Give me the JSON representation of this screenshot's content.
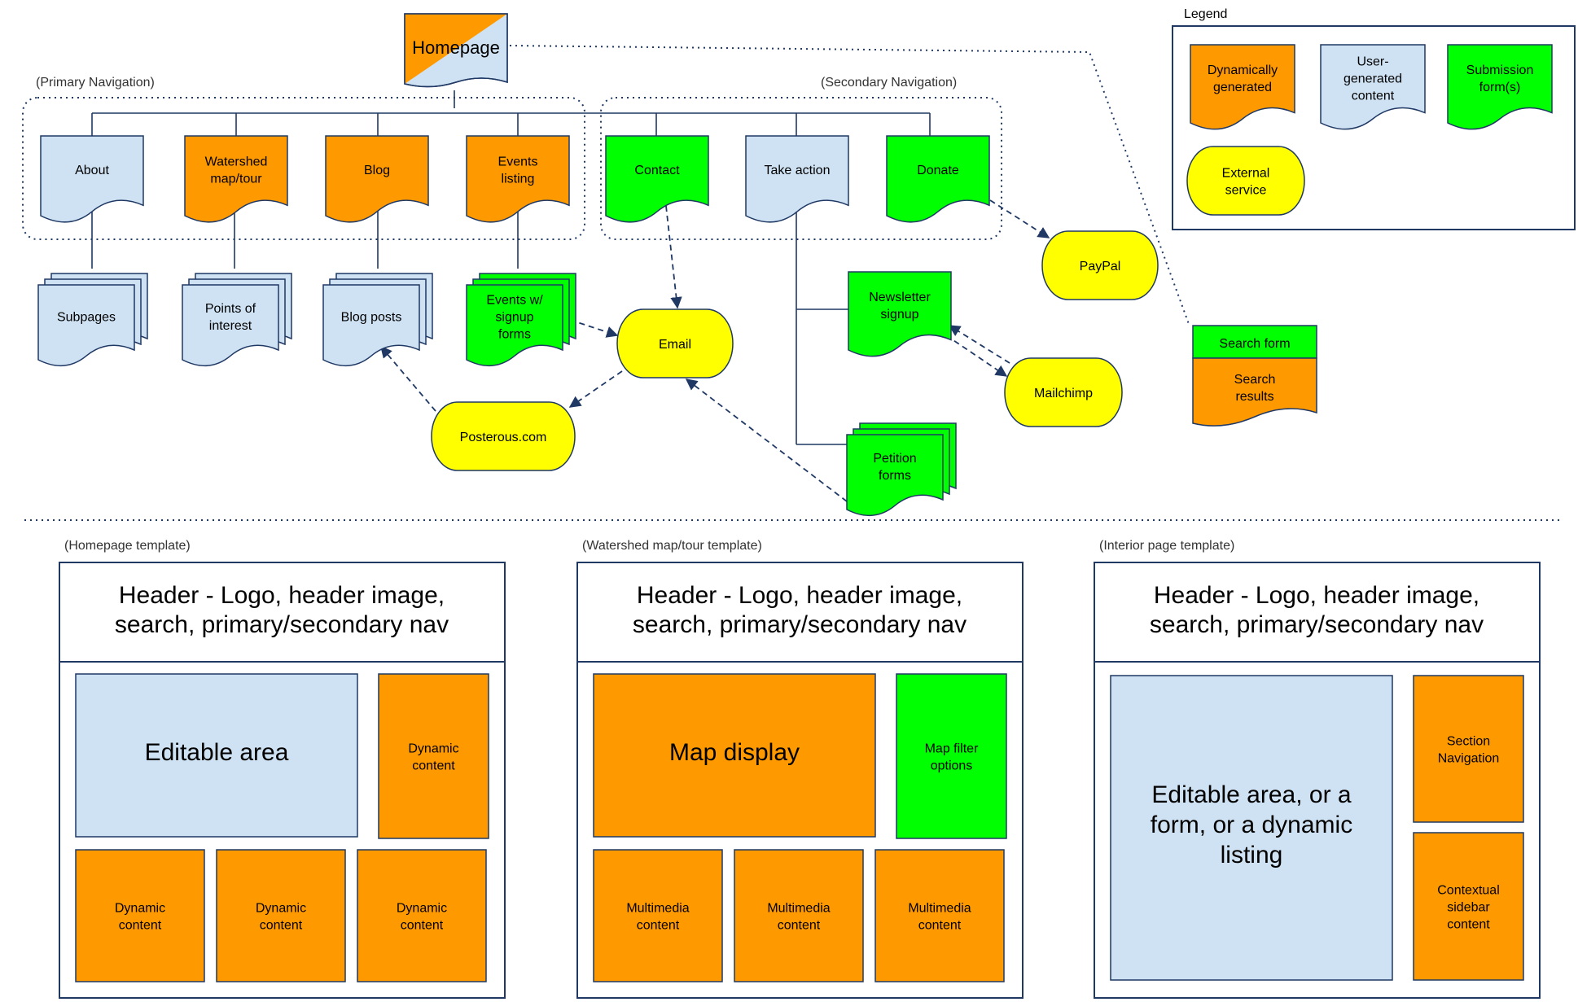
{
  "colors": {
    "dynamic": "#FF9900",
    "user": "#CFE2F3",
    "form": "#00FF00",
    "external": "#FFFF00",
    "stroke": "#1F3864"
  },
  "sitemap": {
    "homepage": "Homepage",
    "primary_nav_label": "(Primary Navigation)",
    "secondary_nav_label": "(Secondary Navigation)",
    "about": "About",
    "watershed": [
      "Watershed",
      "map/tour"
    ],
    "blog": "Blog",
    "events": [
      "Events",
      "listing"
    ],
    "contact": "Contact",
    "take_action": "Take action",
    "donate": "Donate",
    "subpages": "Subpages",
    "points_of_interest": [
      "Points of",
      "interest"
    ],
    "blog_posts": "Blog posts",
    "events_forms": [
      "Events w/",
      "signup",
      "forms"
    ],
    "email": "Email",
    "posterous": "Posterous.com",
    "paypal": "PayPal",
    "newsletter": [
      "Newsletter",
      "signup"
    ],
    "mailchimp": "Mailchimp",
    "petition": [
      "Petition",
      "forms"
    ],
    "search_form": "Search form",
    "search_results": [
      "Search",
      "results"
    ]
  },
  "legend": {
    "title": "Legend",
    "dynamic": [
      "Dynamically",
      "generated"
    ],
    "user": [
      "User-",
      "generated",
      "content"
    ],
    "form": [
      "Submission",
      "form(s)"
    ],
    "external": [
      "External",
      "service"
    ]
  },
  "templates": {
    "homepage": {
      "caption": "(Homepage template)",
      "header": [
        "Header - Logo, header image,",
        "search, primary/secondary nav"
      ],
      "main": [
        "Editable area"
      ],
      "side": [
        "Dynamic",
        "content"
      ],
      "bottom": [
        [
          "Dynamic",
          "content"
        ],
        [
          "Dynamic",
          "content"
        ],
        [
          "Dynamic",
          "content"
        ]
      ]
    },
    "watershed": {
      "caption": "(Watershed map/tour template)",
      "header": [
        "Header - Logo, header image,",
        "search, primary/secondary nav"
      ],
      "main": [
        "Map display"
      ],
      "side": [
        "Map filter",
        "options"
      ],
      "bottom": [
        [
          "Multimedia",
          "content"
        ],
        [
          "Multimedia",
          "content"
        ],
        [
          "Multimedia",
          "content"
        ]
      ]
    },
    "interior": {
      "caption": "(Interior page template)",
      "header": [
        "Header - Logo, header image,",
        "search, primary/secondary nav"
      ],
      "main": [
        "Editable area, or a",
        "form, or a dynamic",
        "listing"
      ],
      "side_top": [
        "Section",
        "Navigation"
      ],
      "side_bottom": [
        "Contextual",
        "sidebar",
        "content"
      ]
    }
  }
}
